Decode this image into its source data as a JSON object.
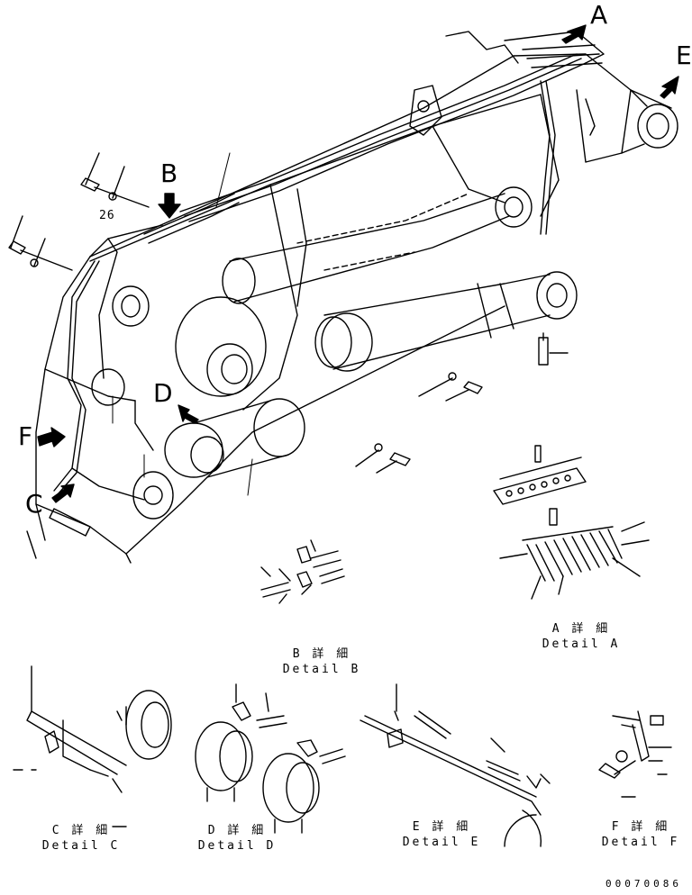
{
  "letters": {
    "A": "A",
    "B": "B",
    "C": "C",
    "D": "D",
    "E": "E",
    "F": "F"
  },
  "part_number": "26",
  "details": {
    "A": {
      "jp": "A 詳 細",
      "en": "Detail A"
    },
    "B": {
      "jp": "B 詳 細",
      "en": "Detail B"
    },
    "C": {
      "jp": "C 詳 細",
      "en": "Detail C"
    },
    "D": {
      "jp": "D 詳 細",
      "en": "Detail D"
    },
    "E": {
      "jp": "E 詳 細",
      "en": "Detail E"
    },
    "F": {
      "jp": "F 詳 細",
      "en": "Detail F"
    }
  },
  "drawing_code": "00070086",
  "colors": {
    "ink": "#000000",
    "paper": "#ffffff"
  }
}
